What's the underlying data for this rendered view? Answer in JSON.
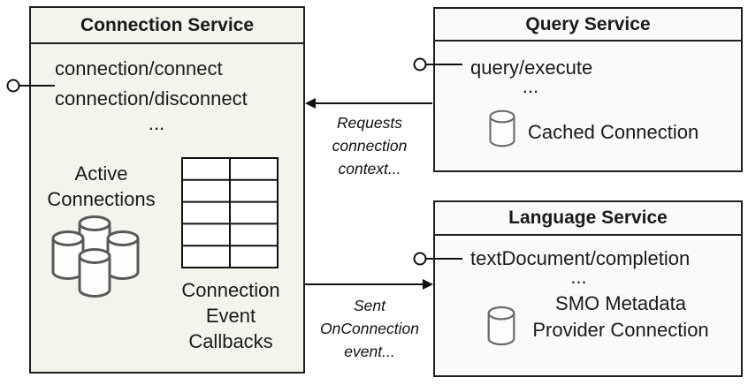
{
  "colors": {
    "box_border": "#1f1f1f",
    "connection_service_fill": "#f2f5ec",
    "right_services_fill": "#fafafa",
    "icon_stroke": "#595959",
    "db_icon_stroke": "#6b6b6b",
    "connector_color": "#111111",
    "text_color": "#1a1a1a"
  },
  "icons": {
    "cluster": "database-cluster-icon",
    "table": "callback-table-grid-icon",
    "database": "database-cylinder-icon",
    "lollipop": "lollipop-interface-connector"
  },
  "connection_service": {
    "title": "Connection Service",
    "methods": [
      "connection/connect",
      "connection/disconnect"
    ],
    "ellipsis": "...",
    "active_connections_label": "Active Connections",
    "callbacks_label": "Connection Event Callbacks"
  },
  "query_service": {
    "title": "Query Service",
    "method": "query/execute",
    "ellipsis": "...",
    "cached_connection_label": "Cached Connection"
  },
  "language_service": {
    "title": "Language Service",
    "method": "textDocument/completion",
    "ellipsis": "...",
    "connection_label_line1": "SMO Metadata",
    "connection_label_line2": "Provider Connection"
  },
  "arrows": {
    "requests_label": "Requests connection context...",
    "sent_label": "Sent OnConnection event..."
  }
}
